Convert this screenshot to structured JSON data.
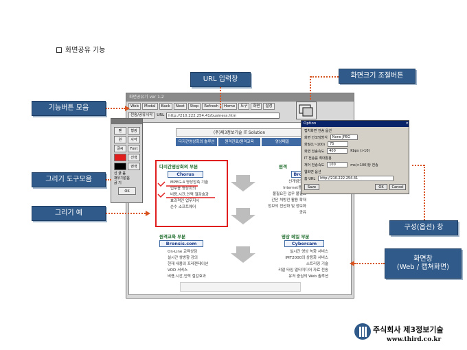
{
  "title": "화면공유 기능",
  "callouts": {
    "url": "URL 입력창",
    "resize": "화면크기 조절버튼",
    "toolbar": "기능버튼 모음",
    "drawing_tools": "그리기 도구모음",
    "drawing_example": "그리기 예",
    "options": "구성(옵션) 창",
    "screen_line1": "화면창",
    "screen_line2": "(Web / 캡쳐화면)"
  },
  "window": {
    "title": "화면공유기 ver 1.2",
    "toolbar": [
      "Web",
      "Modal",
      "Back",
      "Next",
      "Stop",
      "Refresh",
      "Home",
      "도구",
      "화면",
      "설정"
    ],
    "url_label": "URL",
    "url_value": "http://210.222.254.41/business.htm",
    "buttons2": "전송/공유시작",
    "banner": "(주)제3정보기술 IT Solution",
    "tabs": [
      "다지간영상회의 솔루션",
      "원격진료/원격교육",
      "영상메일"
    ],
    "sections": [
      {
        "heading": "다지간영상회의 부분",
        "product": "Chorus",
        "features": [
          "MPEG-4 영상압축 기술",
          "업무용 영상회의",
          "비용,시간,인력 절감효과",
          "효과적인 업무지시",
          "순수 소프트웨어"
        ]
      },
      {
        "heading": "원격",
        "product": "Bron",
        "features": [
          "신개념의 C",
          "Internet용 데",
          "불필요한 업무 불필요",
          "간단 처방전 활용 확대",
          "정보의 전산화 및 정보화 공유"
        ]
      },
      {
        "heading": "원격교육 부분",
        "product": "Bronsis.com",
        "features": [
          "On-Line 교육상담",
          "실시간 쌍방향 강의",
          "현재 내용의 프레젠테이션",
          "VOD 서비스",
          "비용,시간,인력 절감효과"
        ]
      },
      {
        "heading": "영상 메일 부분",
        "product": "Cybercam",
        "features": [
          "실시간 영상 녹화 서비스",
          "IMT2000의 상용화 서비스",
          "스트리밍 기술",
          "리얼 타임 멀티미디어 자료 전송",
          "유저 중심의 Web 솔루션"
        ]
      }
    ]
  },
  "palette": {
    "title": "Draw Tools",
    "buttons": [
      "펜",
      "형광",
      "원",
      "사각",
      "글씨",
      "Font",
      "선색",
      "면색"
    ],
    "options": [
      "선 굵 음",
      "채우기없음"
    ],
    "width_label": "굵 기",
    "ok": "OK"
  },
  "option_dialog": {
    "title": "Option",
    "group1": "캡처화면 전송 옵션",
    "format_label": "화면 인코딩방식",
    "format_value": "None JPEG",
    "quality_label": "화질(1~100)",
    "quality_value": "75",
    "speed_label": "화면 전송속도",
    "speed_value": "400",
    "speed_unit": "Kbps (>10)",
    "max_label": "IT 전송률 최대활용",
    "rate_label": "재어 전송속도",
    "rate_value": "100",
    "rate_unit": "ms(>100)당 전송",
    "group2": "웹화면 옵션",
    "home_label": "홈 URL",
    "home_value": "http://210.222.254.41",
    "save": "Save",
    "ok": "OK",
    "cancel": "Cancel"
  },
  "company": {
    "name": "주식회사 제3정보기술",
    "url": "www.third.co.kr"
  },
  "colors": {
    "callout_bg": "#2f5a8a",
    "dotted_line": "#d9531e",
    "highlight": "#e01e1e"
  }
}
